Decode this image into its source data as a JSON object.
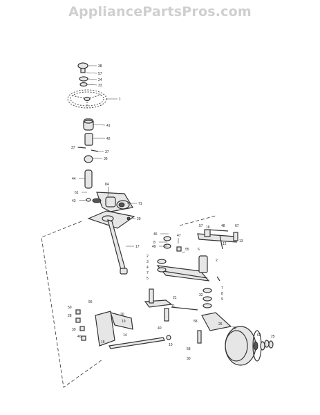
{
  "watermark": "AppliancePartsPros.com",
  "callouts": [
    {
      "id": "c38",
      "text": "38"
    },
    {
      "id": "c57a",
      "text": "57"
    },
    {
      "id": "c24",
      "text": "24"
    },
    {
      "id": "c33",
      "text": "33"
    },
    {
      "id": "c1",
      "text": "1"
    },
    {
      "id": "c41",
      "text": "41"
    },
    {
      "id": "c42",
      "text": "42"
    },
    {
      "id": "c37a",
      "text": "37"
    },
    {
      "id": "c37b",
      "text": "37"
    },
    {
      "id": "c36",
      "text": "36"
    },
    {
      "id": "c44",
      "text": "44"
    },
    {
      "id": "c84",
      "text": "84"
    },
    {
      "id": "c61",
      "text": "61"
    },
    {
      "id": "c43",
      "text": "43"
    },
    {
      "id": "c71",
      "text": "71"
    },
    {
      "id": "c29",
      "text": "29"
    },
    {
      "id": "c17",
      "text": "17"
    },
    {
      "id": "c46",
      "text": "46"
    },
    {
      "id": "c8",
      "text": "8"
    },
    {
      "id": "c49",
      "text": "49"
    },
    {
      "id": "c47",
      "text": "47"
    },
    {
      "id": "c55",
      "text": "55"
    },
    {
      "id": "c2a",
      "text": "2"
    },
    {
      "id": "c3",
      "text": "3"
    },
    {
      "id": "c4",
      "text": "4"
    },
    {
      "id": "c7a",
      "text": "7"
    },
    {
      "id": "c5",
      "text": "5"
    },
    {
      "id": "c57b",
      "text": "57"
    },
    {
      "id": "c16",
      "text": "16"
    },
    {
      "id": "c48",
      "text": "48"
    },
    {
      "id": "c67",
      "text": "67"
    },
    {
      "id": "c12",
      "text": "12"
    },
    {
      "id": "c13",
      "text": "13"
    },
    {
      "id": "c6",
      "text": "6"
    },
    {
      "id": "c2b",
      "text": "2"
    },
    {
      "id": "c32",
      "text": "32"
    },
    {
      "id": "c7b",
      "text": "7"
    },
    {
      "id": "c8b",
      "text": "8"
    },
    {
      "id": "c9",
      "text": "9"
    },
    {
      "id": "c21",
      "text": "21"
    },
    {
      "id": "c11",
      "text": "11"
    },
    {
      "id": "c40",
      "text": "40"
    },
    {
      "id": "c10",
      "text": "10"
    },
    {
      "id": "c50",
      "text": "50"
    },
    {
      "id": "c56",
      "text": "56"
    },
    {
      "id": "c28",
      "text": "28"
    },
    {
      "id": "c15",
      "text": "15"
    },
    {
      "id": "c39",
      "text": "39"
    },
    {
      "id": "c40b",
      "text": "40"
    },
    {
      "id": "c14",
      "text": "14"
    },
    {
      "id": "c20",
      "text": "20"
    },
    {
      "id": "c19",
      "text": "19"
    },
    {
      "id": "c58",
      "text": "58"
    },
    {
      "id": "c26",
      "text": "26"
    },
    {
      "id": "c58b",
      "text": "58"
    },
    {
      "id": "c35",
      "text": "35"
    },
    {
      "id": "c63",
      "text": "63"
    },
    {
      "id": "c25",
      "text": "25"
    },
    {
      "id": "c30",
      "text": "30"
    }
  ]
}
